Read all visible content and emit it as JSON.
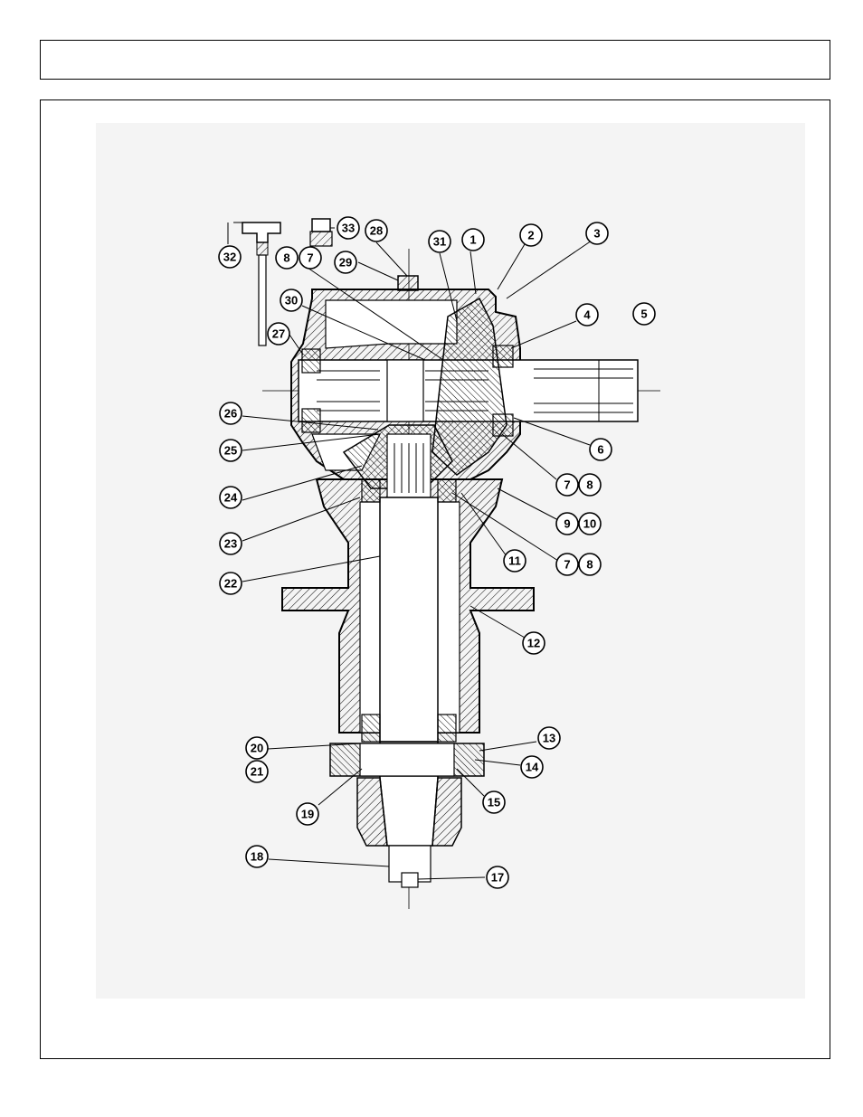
{
  "header": {
    "title": ""
  },
  "diagram": {
    "callouts": [
      "1",
      "2",
      "3",
      "4",
      "5",
      "6",
      "7",
      "8",
      "9",
      "10",
      "11",
      "12",
      "13",
      "14",
      "15",
      "17",
      "18",
      "19",
      "20",
      "21",
      "22",
      "23",
      "24",
      "25",
      "26",
      "27",
      "28",
      "29",
      "30",
      "31",
      "32",
      "33"
    ],
    "callout_pairs_repeated": [
      "7",
      "8"
    ]
  }
}
